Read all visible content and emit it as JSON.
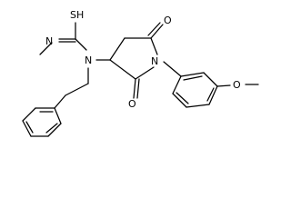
{
  "molecule": {
    "atoms": {
      "sulfur_group": "SH",
      "imine_nitrogen": "N",
      "amine_nitrogen": "N",
      "ring_nitrogen": "N",
      "upper_carbonyl_oxygen": "O",
      "lower_carbonyl_oxygen": "O",
      "methoxy_oxygen": "O"
    }
  },
  "colors": {
    "background": "#ffffff",
    "bond": "#000000",
    "label": "#000000"
  }
}
